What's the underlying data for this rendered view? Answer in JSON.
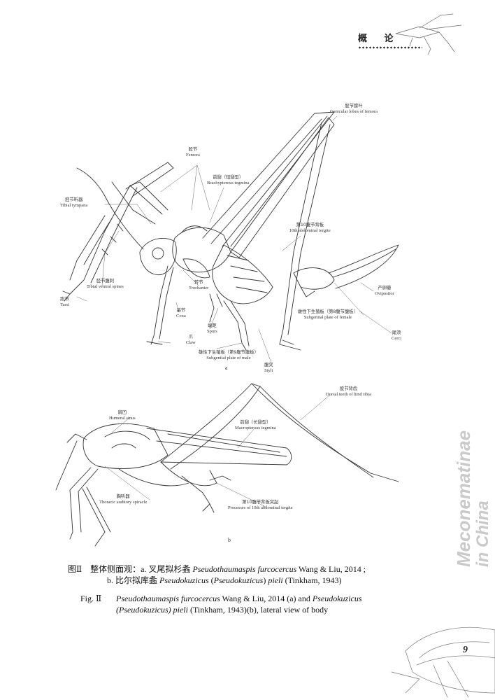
{
  "header": {
    "title": "概 论"
  },
  "side_text": {
    "line1": "Meconematinae",
    "line2": "in China"
  },
  "figure_a": {
    "panel_letter": "a",
    "labels": {
      "genicular_zh": "股节膝叶",
      "genicular_en": "Genicular lobes of femora",
      "femora_zh": "股节",
      "femora_en": "Femora",
      "tegmina_zh": "前翅（短翅型）",
      "tegmina_en": "Brachypterous tegmina",
      "tympana_zh": "胫节听器",
      "tympana_en": "Tibial tympana",
      "tergite_zh": "第10腹节背板",
      "tergite_en": "10th abdominal tergite",
      "spines_zh": "胫节腹刺",
      "spines_en": "Tibial ventral spines",
      "trochanter_zh": "转节",
      "trochanter_en": "Trochanter",
      "tarsi_zh": "跗节",
      "tarsi_en": "Tarsi",
      "coxa_zh": "基节",
      "coxa_en": "Coxa",
      "spurs_zh": "端距",
      "spurs_en": "Spurs",
      "ovipositor_zh": "产卵瓣",
      "ovipositor_en": "Ovipositor",
      "subgen_f_zh": "雌性下生殖板（第8腹节腹板）",
      "subgen_f_en": "Subgenital plate of female",
      "claw_zh": "爪",
      "claw_en": "Claw",
      "subgen_m_zh": "雄性下生殖板（第9腹节腹板）",
      "subgen_m_en": "Subgenital plate of male",
      "cerci_zh": "尾须",
      "cerci_en": "Cerci",
      "styli_zh": "腹突",
      "styli_en": "Styli"
    }
  },
  "figure_b": {
    "panel_letter": "b",
    "labels": {
      "dorsal_zh": "股节背齿",
      "dorsal_en": "Dorsal teeth of hind tibia",
      "humeral_zh": "肩凹",
      "humeral_en": "Humeral sinus",
      "macro_zh": "前翅（长翅型）",
      "macro_en": "Macropterous tegmina",
      "spiracle_zh": "胸听器",
      "spiracle_en": "Thoracic auditory spiracle",
      "processes_zh": "第10腹节背板突起",
      "processes_en": "Processes of 10th abdominal tergite"
    }
  },
  "caption": {
    "zh_line1_prefix": "图Ⅱ　整体侧面观：a. 叉尾拟杉螽 ",
    "zh_line1_species": "Pseudothaumaspis furcocercus",
    "zh_line1_suffix": " Wang & Liu, 2014 ;",
    "zh_line2_prefix": "b. 比尔拟库螽 ",
    "zh_line2_species": "Pseudokuzicus",
    "zh_line2_mid": " (",
    "zh_line2_sub": "Pseudokuzicus",
    "zh_line2_mid2": ") ",
    "zh_line2_epithet": "pieli",
    "zh_line2_suffix": " (Tinkham, 1943)",
    "en_prefix": "Fig. Ⅱ",
    "en_line1_species": "Pseudothaumaspis furcocercus",
    "en_line1_mid": " Wang & Liu, 2014 (a) and ",
    "en_line1_species2": "Pseudokuzicus",
    "en_line2_sub": "(Pseudokuzicus) pieli",
    "en_line2_suffix": " (Tinkham, 1943)(b), lateral view of body"
  },
  "page_number": "9"
}
